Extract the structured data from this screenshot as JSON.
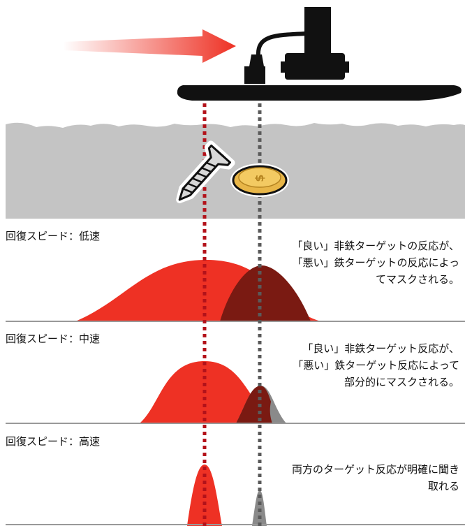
{
  "panels": [
    {
      "label": "回復スピード：低速",
      "description": "「良い」非鉄ターゲットの反応が、「悪い」鉄ターゲットの反応によってマスクされる。",
      "response_width": "wide"
    },
    {
      "label": "回復スピード：中速",
      "description": "「良い」非鉄ターゲット反応が、「悪い」鉄ターゲット反応によって部分的にマスクされる。",
      "response_width": "medium"
    },
    {
      "label": "回復スピード：高速",
      "description": "両方のターゲット反応が明確に聞き取れる",
      "response_width": "narrow"
    }
  ],
  "coin_symbol": "$",
  "colors": {
    "good_target": "#ee3124",
    "bad_target_overlap": "#7a1a12",
    "bad_target_alone": "#8a8a8a",
    "ground": "#c4c4c4",
    "coil": "#111111",
    "coin": "#e8b648",
    "divider": "#999999"
  },
  "icons": [
    "motion-arrow-icon",
    "search-coil-icon",
    "screw-icon",
    "coin-icon"
  ]
}
